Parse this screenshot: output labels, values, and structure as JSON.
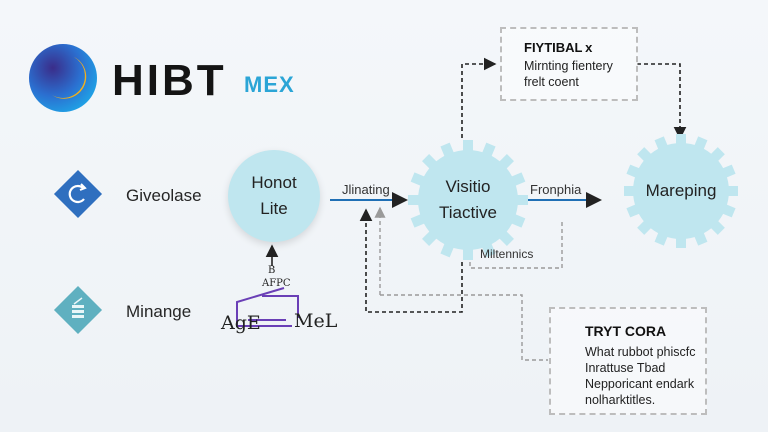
{
  "header": {
    "logo_text": "HIBT",
    "logo_sub": "MEX"
  },
  "sidebar": {
    "items": [
      {
        "label": "Giveolase",
        "icon": "refresh-icon",
        "color": "#2f6fbf"
      },
      {
        "label": "Minange",
        "icon": "stack-icon",
        "color": "#5fb0c0"
      }
    ]
  },
  "nodes": {
    "honot": {
      "line1": "Honot",
      "line2": "Lite"
    },
    "visitio": {
      "line1": "Visitio",
      "line2": "Tiactive"
    },
    "mareping": {
      "label": "Mareping"
    }
  },
  "edges": {
    "jinating": "Jlinating",
    "fronphia": "Fronphia",
    "miltennics": "Miltennics"
  },
  "top_box": {
    "title": "FIYTIBAL x",
    "lines": [
      "Mirnting fientery",
      "frelt coent"
    ]
  },
  "bottom_box": {
    "title": "TRYT CORA",
    "lines": [
      "What rubbot phiscfc",
      "Inrattuse Tbad",
      "Nepporicant endark",
      "nolharktitles."
    ]
  },
  "sketch": {
    "b": "B",
    "afpc": "AFPC",
    "age": "AgE",
    "mel": "MeL"
  },
  "colors": {
    "node_fill": "#bfe6ef",
    "arrow": "#1f6fb5",
    "dash": "#333333",
    "logo_blue": "#2ba5d6",
    "sketch_purple": "#6a3fb6"
  }
}
